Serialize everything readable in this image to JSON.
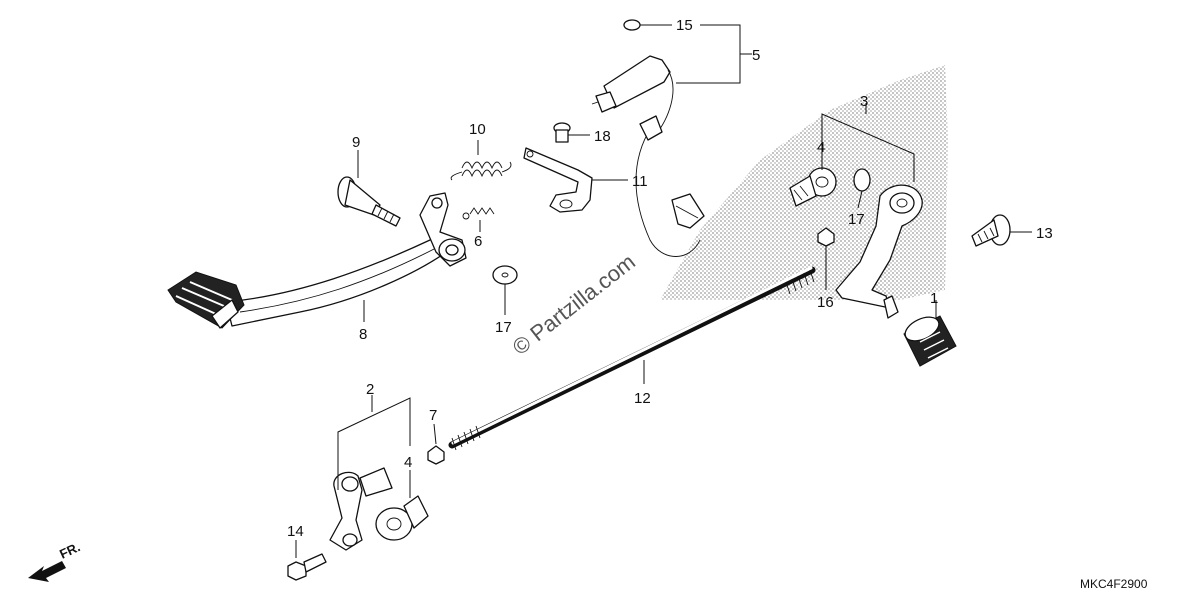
{
  "diagram": {
    "labels": {
      "p1": "1",
      "p2": "2",
      "p3": "3",
      "p4a": "4",
      "p4b": "4",
      "p5": "5",
      "p6": "6",
      "p7": "7",
      "p8": "8",
      "p9": "9",
      "p10": "10",
      "p11": "11",
      "p12": "12",
      "p13": "13",
      "p14": "14",
      "p15": "15",
      "p16": "16",
      "p17a": "17",
      "p17b": "17",
      "p18": "18"
    },
    "watermark": "© Partzilla.com",
    "diagram_code": "MKC4F2900",
    "front_indicator": "FR.",
    "colors": {
      "ink": "#111111",
      "background": "#ffffff",
      "shade": "#cfcfcf"
    }
  }
}
